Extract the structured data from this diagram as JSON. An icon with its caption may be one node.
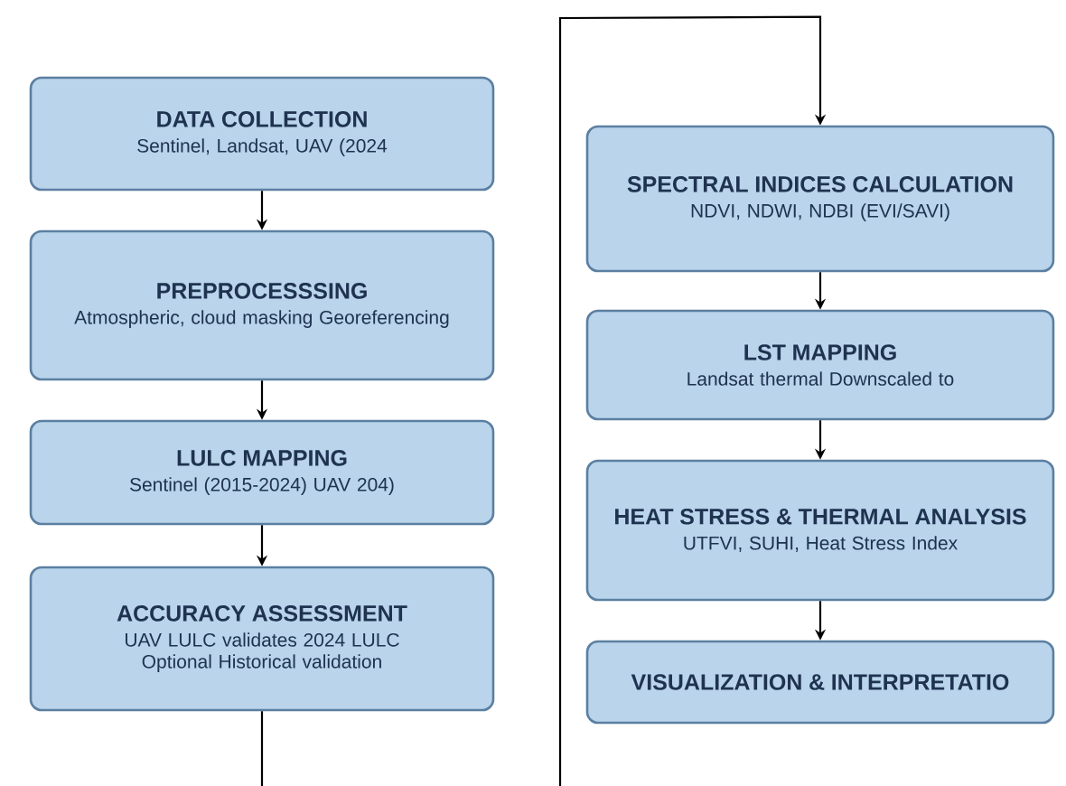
{
  "diagram": {
    "nodes": [
      {
        "text": [
          "DATA COLLECTION",
          "Sentinel, Landsat, UAV (2024"
        ]
      },
      {
        "text": [
          "PREPROCESSSING",
          "Atmospheric, cloud masking Georeferencing"
        ]
      },
      {
        "text": [
          "LULC MAPPING",
          "Sentinel (2015-2024)  UAV 204)"
        ]
      },
      {
        "text": [
          "ACCURACY ASSESSMENT",
          "UAV LULC validates 2024 LULC Optional Historical validation"
        ]
      },
      {
        "text": [
          "SPECTRAL INDICES CALCULATION",
          "NDVI, NDWI, NDBI (EVI/SAVI)"
        ]
      },
      {
        "text": [
          "LST MAPPING",
          "Landsat thermal  Downscaled to"
        ]
      },
      {
        "text": [
          "HEAT STRESS & THERMAL ANALYSIS",
          "UTFVI, SUHI, Heat Stress Index"
        ]
      },
      {
        "text": [
          "VISUALIZATION & INTERPRETATIO"
        ]
      }
    ],
    "edges": [
      {
        "from": 0,
        "to": 1,
        "arrow": "to"
      },
      {
        "from": 1,
        "to": 2,
        "arrow": "to"
      },
      {
        "from": 2,
        "to": 3,
        "arrow": "to"
      },
      {
        "from": 3,
        "to": 4,
        "arrow": "to"
      },
      {
        "from": 4,
        "to": 5,
        "arrow": "to"
      },
      {
        "from": 5,
        "to": 6,
        "arrow": "to"
      },
      {
        "from": 6,
        "to": 7,
        "arrow": "to"
      }
    ]
  }
}
